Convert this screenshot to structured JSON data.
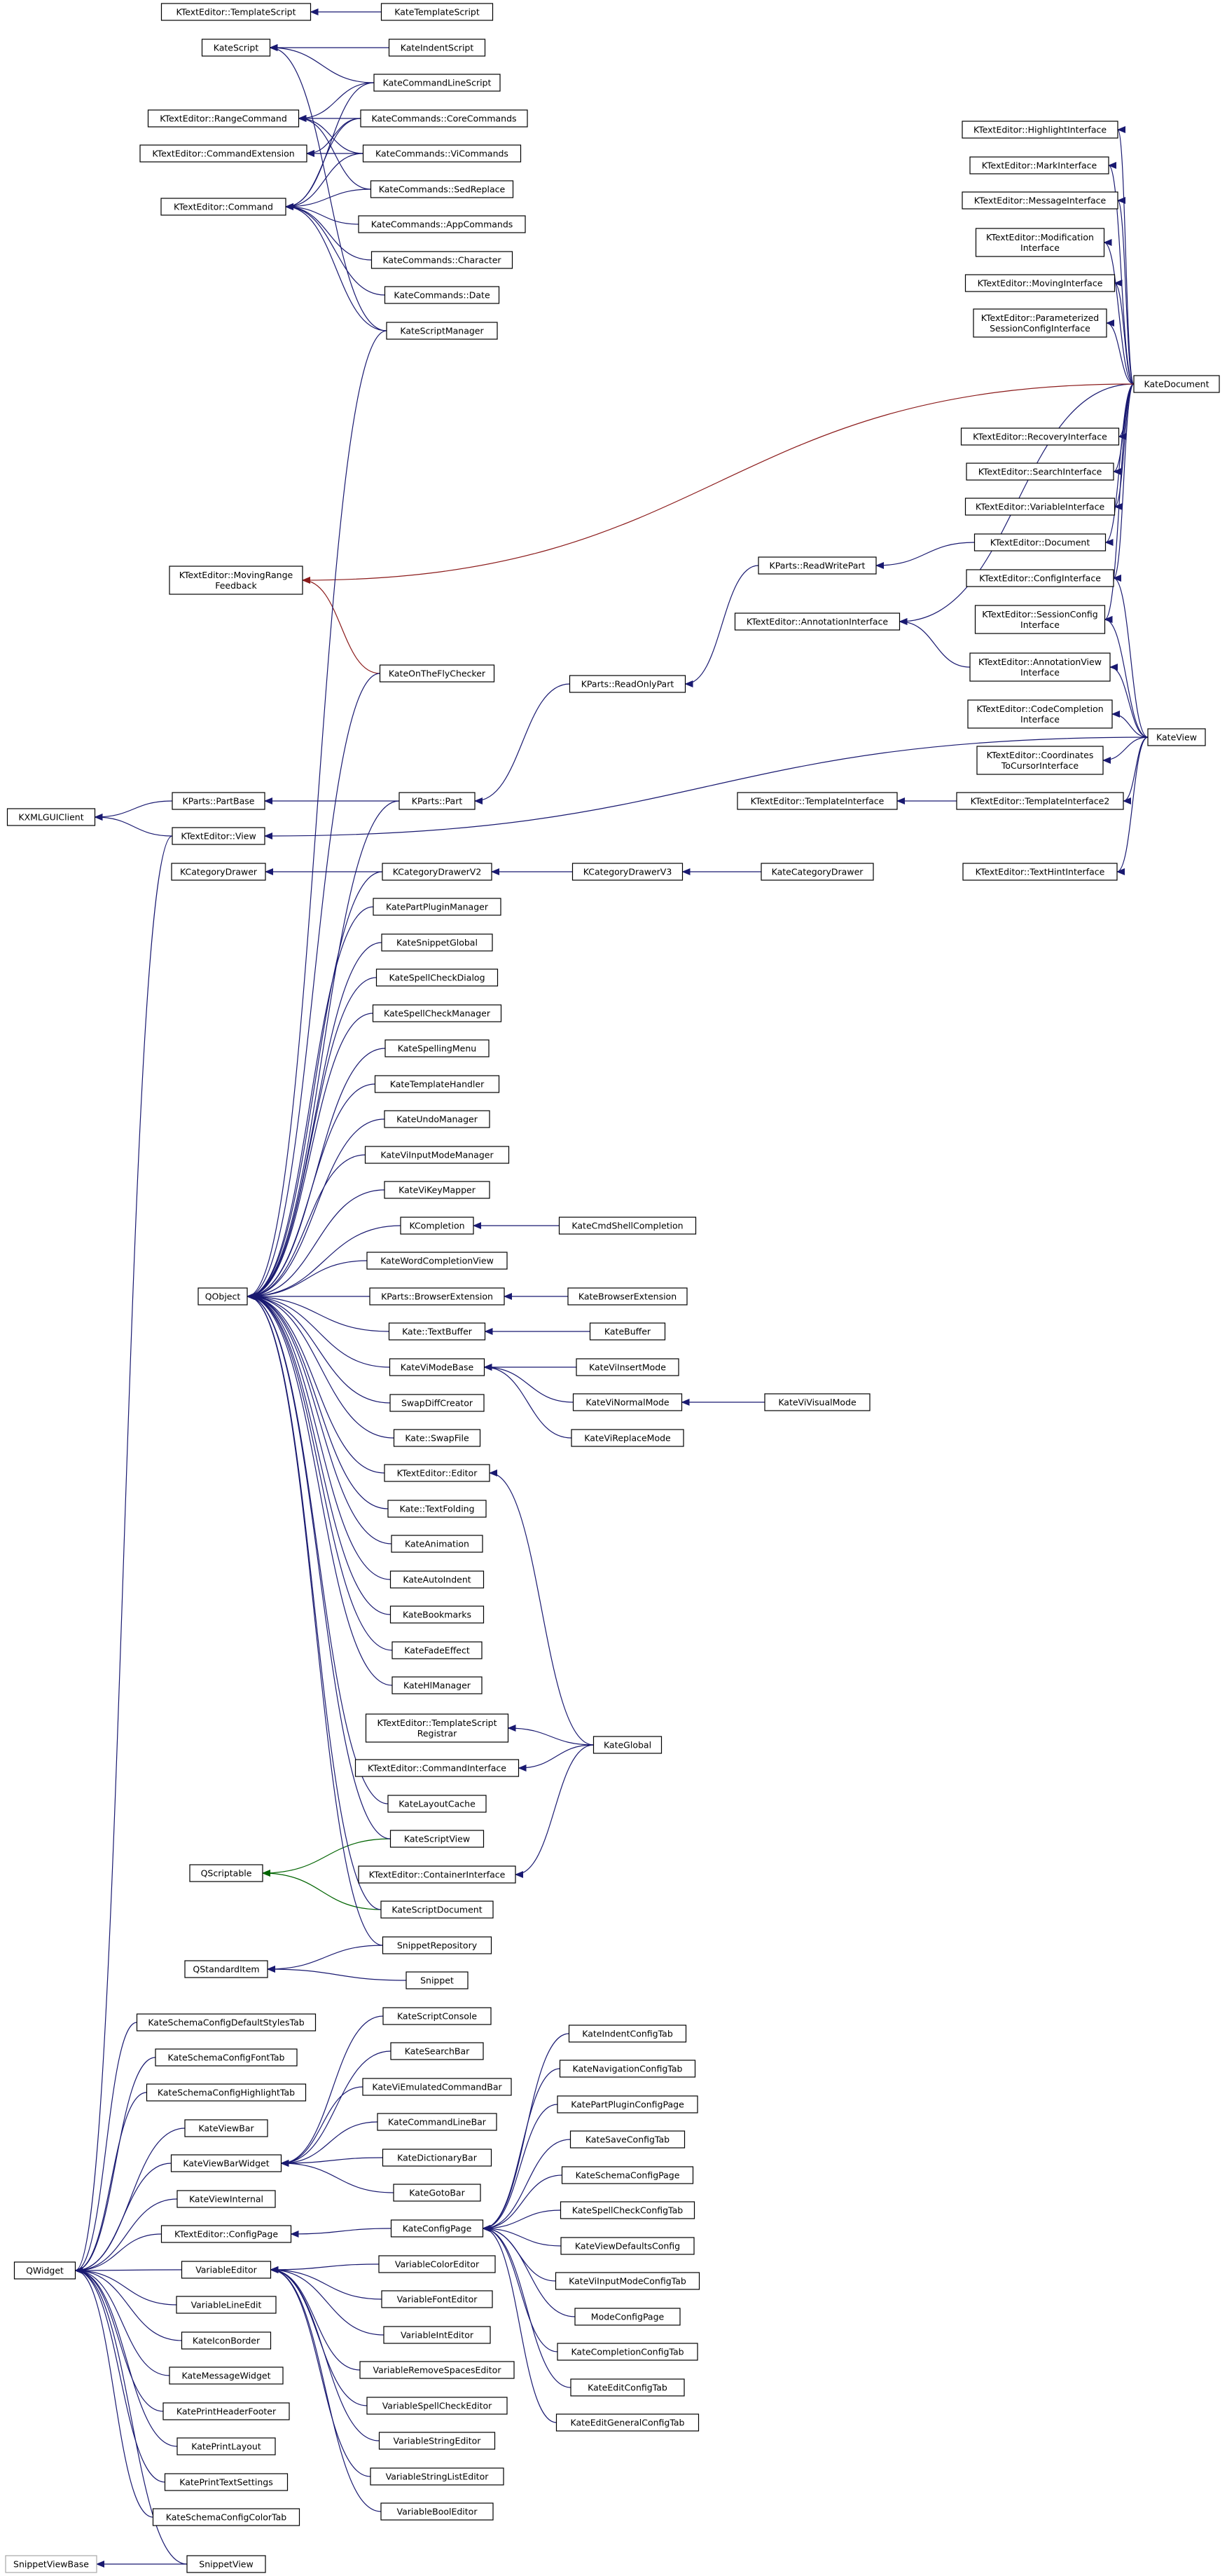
{
  "colors": {
    "blue": "#191970",
    "red": "#8b1a1a",
    "green": "#006400"
  },
  "nodes": [
    {
      "id": "tplscript_i",
      "lines": [
        "KTextEditor::TemplateScript"
      ]
    },
    {
      "id": "katetplscript",
      "lines": [
        "KateTemplateScript"
      ]
    },
    {
      "id": "katescript",
      "lines": [
        "KateScript"
      ]
    },
    {
      "id": "kateindentscript",
      "lines": [
        "KateIndentScript"
      ]
    },
    {
      "id": "katecmdlinescript",
      "lines": [
        "KateCommandLineScript"
      ]
    },
    {
      "id": "rangecommand",
      "lines": [
        "KTextEditor::RangeCommand"
      ]
    },
    {
      "id": "corecommands",
      "lines": [
        "KateCommands::CoreCommands"
      ]
    },
    {
      "id": "cmdextension",
      "lines": [
        "KTextEditor::CommandExtension"
      ]
    },
    {
      "id": "vicommands",
      "lines": [
        "KateCommands::ViCommands"
      ]
    },
    {
      "id": "sedreplace",
      "lines": [
        "KateCommands::SedReplace"
      ]
    },
    {
      "id": "command",
      "lines": [
        "KTextEditor::Command"
      ]
    },
    {
      "id": "appcommands",
      "lines": [
        "KateCommands::AppCommands"
      ]
    },
    {
      "id": "character",
      "lines": [
        "KateCommands::Character"
      ]
    },
    {
      "id": "date",
      "lines": [
        "KateCommands::Date"
      ]
    },
    {
      "id": "scriptmanager",
      "lines": [
        "KateScriptManager"
      ]
    },
    {
      "id": "highlightif",
      "lines": [
        "KTextEditor::HighlightInterface"
      ]
    },
    {
      "id": "markif",
      "lines": [
        "KTextEditor::MarkInterface"
      ]
    },
    {
      "id": "messageif",
      "lines": [
        "KTextEditor::MessageInterface"
      ]
    },
    {
      "id": "modificationif",
      "lines": [
        "KTextEditor::Modification",
        "Interface"
      ]
    },
    {
      "id": "movingif",
      "lines": [
        "KTextEditor::MovingInterface"
      ]
    },
    {
      "id": "paramsessionif",
      "lines": [
        "KTextEditor::Parameterized",
        "SessionConfigInterface"
      ]
    },
    {
      "id": "katedocument",
      "lines": [
        "KateDocument"
      ]
    },
    {
      "id": "recoveryif",
      "lines": [
        "KTextEditor::RecoveryInterface"
      ]
    },
    {
      "id": "searchif",
      "lines": [
        "KTextEditor::SearchInterface"
      ]
    },
    {
      "id": "variableif",
      "lines": [
        "KTextEditor::VariableInterface"
      ]
    },
    {
      "id": "ktedocument",
      "lines": [
        "KTextEditor::Document"
      ]
    },
    {
      "id": "readwritepart",
      "lines": [
        "KParts::ReadWritePart"
      ]
    },
    {
      "id": "configif",
      "lines": [
        "KTextEditor::ConfigInterface"
      ]
    },
    {
      "id": "movingrangefb",
      "lines": [
        "KTextEditor::MovingRange",
        "Feedback"
      ]
    },
    {
      "id": "annotationif",
      "lines": [
        "KTextEditor::AnnotationInterface"
      ]
    },
    {
      "id": "sessionconfigif",
      "lines": [
        "KTextEditor::SessionConfig",
        "Interface"
      ]
    },
    {
      "id": "annotationviewif",
      "lines": [
        "KTextEditor::AnnotationView",
        "Interface"
      ]
    },
    {
      "id": "onthefly",
      "lines": [
        "KateOnTheFlyChecker"
      ]
    },
    {
      "id": "readonlypart",
      "lines": [
        "KParts::ReadOnlyPart"
      ]
    },
    {
      "id": "codecompletionif",
      "lines": [
        "KTextEditor::CodeCompletion",
        "Interface"
      ]
    },
    {
      "id": "kateview",
      "lines": [
        "KateView"
      ]
    },
    {
      "id": "coordsif",
      "lines": [
        "KTextEditor::Coordinates",
        "ToCursorInterface"
      ]
    },
    {
      "id": "kxmlguiclient",
      "lines": [
        "KXMLGUIClient"
      ]
    },
    {
      "id": "partbase",
      "lines": [
        "KParts::PartBase"
      ]
    },
    {
      "id": "kpart",
      "lines": [
        "KParts::Part"
      ]
    },
    {
      "id": "tplif",
      "lines": [
        "KTextEditor::TemplateInterface"
      ]
    },
    {
      "id": "tplif2",
      "lines": [
        "KTextEditor::TemplateInterface2"
      ]
    },
    {
      "id": "kteview",
      "lines": [
        "KTextEditor::View"
      ]
    },
    {
      "id": "kcatdrawer",
      "lines": [
        "KCategoryDrawer"
      ]
    },
    {
      "id": "kcatdrawerv2",
      "lines": [
        "KCategoryDrawerV2"
      ]
    },
    {
      "id": "kcatdrawerv3",
      "lines": [
        "KCategoryDrawerV3"
      ]
    },
    {
      "id": "katecatdrawer",
      "lines": [
        "KateCategoryDrawer"
      ]
    },
    {
      "id": "textif",
      "lines": [
        "KTextEditor::TextHintInterface"
      ]
    },
    {
      "id": "pluginmgr",
      "lines": [
        "KatePartPluginManager"
      ]
    },
    {
      "id": "snippetglobal",
      "lines": [
        "KateSnippetGlobal"
      ]
    },
    {
      "id": "spellcheckdlg",
      "lines": [
        "KateSpellCheckDialog"
      ]
    },
    {
      "id": "spellcheckmgr",
      "lines": [
        "KateSpellCheckManager"
      ]
    },
    {
      "id": "spellingmenu",
      "lines": [
        "KateSpellingMenu"
      ]
    },
    {
      "id": "tplhandler",
      "lines": [
        "KateTemplateHandler"
      ]
    },
    {
      "id": "undomgr",
      "lines": [
        "KateUndoManager"
      ]
    },
    {
      "id": "viinputmodemgr",
      "lines": [
        "KateViInputModeManager"
      ]
    },
    {
      "id": "vikeymapper",
      "lines": [
        "KateViKeyMapper"
      ]
    },
    {
      "id": "kcompletion",
      "lines": [
        "KCompletion"
      ]
    },
    {
      "id": "cmdshellcompletion",
      "lines": [
        "KateCmdShellCompletion"
      ]
    },
    {
      "id": "wordcompletionview",
      "lines": [
        "KateWordCompletionView"
      ]
    },
    {
      "id": "qobject",
      "lines": [
        "QObject"
      ]
    },
    {
      "id": "browserext",
      "lines": [
        "KParts::BrowserExtension"
      ]
    },
    {
      "id": "katebrowserext",
      "lines": [
        "KateBrowserExtension"
      ]
    },
    {
      "id": "textbuffer",
      "lines": [
        "Kate::TextBuffer"
      ]
    },
    {
      "id": "katebuffer",
      "lines": [
        "KateBuffer"
      ]
    },
    {
      "id": "vimodebase",
      "lines": [
        "KateViModeBase"
      ]
    },
    {
      "id": "viinsertmode",
      "lines": [
        "KateViInsertMode"
      ]
    },
    {
      "id": "vinormalmode",
      "lines": [
        "KateViNormalMode"
      ]
    },
    {
      "id": "vivisualmode",
      "lines": [
        "KateViVisualMode"
      ]
    },
    {
      "id": "swapdiffcreator",
      "lines": [
        "SwapDiffCreator"
      ]
    },
    {
      "id": "vireplacemode",
      "lines": [
        "KateViReplaceMode"
      ]
    },
    {
      "id": "swapfile",
      "lines": [
        "Kate::SwapFile"
      ]
    },
    {
      "id": "kteeditor",
      "lines": [
        "KTextEditor::Editor"
      ]
    },
    {
      "id": "textfolding",
      "lines": [
        "Kate::TextFolding"
      ]
    },
    {
      "id": "animation",
      "lines": [
        "KateAnimation"
      ]
    },
    {
      "id": "autoindent",
      "lines": [
        "KateAutoIndent"
      ]
    },
    {
      "id": "bookmarks",
      "lines": [
        "KateBookmarks"
      ]
    },
    {
      "id": "fadeeffect",
      "lines": [
        "KateFadeEffect"
      ]
    },
    {
      "id": "hlmanager",
      "lines": [
        "KateHlManager"
      ]
    },
    {
      "id": "tplscriptreg",
      "lines": [
        "KTextEditor::TemplateScript",
        "Registrar"
      ]
    },
    {
      "id": "kateglobal",
      "lines": [
        "KateGlobal"
      ]
    },
    {
      "id": "cmdif",
      "lines": [
        "KTextEditor::CommandInterface"
      ]
    },
    {
      "id": "layoutcache",
      "lines": [
        "KateLayoutCache"
      ]
    },
    {
      "id": "scriptview",
      "lines": [
        "KateScriptView"
      ]
    },
    {
      "id": "qscriptable",
      "lines": [
        "QScriptable"
      ]
    },
    {
      "id": "containerif",
      "lines": [
        "KTextEditor::ContainerInterface"
      ]
    },
    {
      "id": "scriptdoc",
      "lines": [
        "KateScriptDocument"
      ]
    },
    {
      "id": "snippetrepo",
      "lines": [
        "SnippetRepository"
      ]
    },
    {
      "id": "qstandarditem",
      "lines": [
        "QStandardItem"
      ]
    },
    {
      "id": "snippet",
      "lines": [
        "Snippet"
      ]
    },
    {
      "id": "schemadefstyles",
      "lines": [
        "KateSchemaConfigDefaultStylesTab"
      ]
    },
    {
      "id": "scriptconsole",
      "lines": [
        "KateScriptConsole"
      ]
    },
    {
      "id": "schemafont",
      "lines": [
        "KateSchemaConfigFontTab"
      ]
    },
    {
      "id": "searchbar",
      "lines": [
        "KateSearchBar"
      ]
    },
    {
      "id": "indentcfg",
      "lines": [
        "KateIndentConfigTab"
      ]
    },
    {
      "id": "schemahl",
      "lines": [
        "KateSchemaConfigHighlightTab"
      ]
    },
    {
      "id": "viemucmdbar",
      "lines": [
        "KateViEmulatedCommandBar"
      ]
    },
    {
      "id": "navcfg",
      "lines": [
        "KateNavigationConfigTab"
      ]
    },
    {
      "id": "viewbar",
      "lines": [
        "KateViewBar"
      ]
    },
    {
      "id": "cmdlinebar",
      "lines": [
        "KateCommandLineBar"
      ]
    },
    {
      "id": "pluginpage",
      "lines": [
        "KatePartPluginConfigPage"
      ]
    },
    {
      "id": "viewbarwidget",
      "lines": [
        "KateViewBarWidget"
      ]
    },
    {
      "id": "dictbar",
      "lines": [
        "KateDictionaryBar"
      ]
    },
    {
      "id": "savecfg",
      "lines": [
        "KateSaveConfigTab"
      ]
    },
    {
      "id": "viewinternal",
      "lines": [
        "KateViewInternal"
      ]
    },
    {
      "id": "gotobar",
      "lines": [
        "KateGotoBar"
      ]
    },
    {
      "id": "schemapage",
      "lines": [
        "KateSchemaConfigPage"
      ]
    },
    {
      "id": "kteconfigpage",
      "lines": [
        "KTextEditor::ConfigPage"
      ]
    },
    {
      "id": "configpage",
      "lines": [
        "KateConfigPage"
      ]
    },
    {
      "id": "spellcfg",
      "lines": [
        "KateSpellCheckConfigTab"
      ]
    },
    {
      "id": "viewdefaults",
      "lines": [
        "KateViewDefaultsConfig"
      ]
    },
    {
      "id": "qwidget",
      "lines": [
        "QWidget"
      ]
    },
    {
      "id": "variableeditor",
      "lines": [
        "VariableEditor"
      ]
    },
    {
      "id": "varcolor",
      "lines": [
        "VariableColorEditor"
      ]
    },
    {
      "id": "viinputcfg",
      "lines": [
        "KateViInputModeConfigTab"
      ]
    },
    {
      "id": "varlineedit",
      "lines": [
        "VariableLineEdit"
      ]
    },
    {
      "id": "varfont",
      "lines": [
        "VariableFontEditor"
      ]
    },
    {
      "id": "modecfg",
      "lines": [
        "ModeConfigPage"
      ]
    },
    {
      "id": "iconborder",
      "lines": [
        "KateIconBorder"
      ]
    },
    {
      "id": "varint",
      "lines": [
        "VariableIntEditor"
      ]
    },
    {
      "id": "completioncfg",
      "lines": [
        "KateCompletionConfigTab"
      ]
    },
    {
      "id": "messagewidget",
      "lines": [
        "KateMessageWidget"
      ]
    },
    {
      "id": "varremovespaces",
      "lines": [
        "VariableRemoveSpacesEditor"
      ]
    },
    {
      "id": "editcfg",
      "lines": [
        "KateEditConfigTab"
      ]
    },
    {
      "id": "printheader",
      "lines": [
        "KatePrintHeaderFooter"
      ]
    },
    {
      "id": "varspell",
      "lines": [
        "VariableSpellCheckEditor"
      ]
    },
    {
      "id": "editgeneralcfg",
      "lines": [
        "KateEditGeneralConfigTab"
      ]
    },
    {
      "id": "printlayout",
      "lines": [
        "KatePrintLayout"
      ]
    },
    {
      "id": "varstring",
      "lines": [
        "VariableStringEditor"
      ]
    },
    {
      "id": "printtext",
      "lines": [
        "KatePrintTextSettings"
      ]
    },
    {
      "id": "varstringlist",
      "lines": [
        "VariableStringListEditor"
      ]
    },
    {
      "id": "schemacolor",
      "lines": [
        "KateSchemaConfigColorTab"
      ]
    },
    {
      "id": "varbool",
      "lines": [
        "VariableBoolEditor"
      ]
    },
    {
      "id": "snippetviewbase",
      "lines": [
        "SnippetViewBase"
      ]
    },
    {
      "id": "snippetview",
      "lines": [
        "SnippetView"
      ]
    }
  ]
}
